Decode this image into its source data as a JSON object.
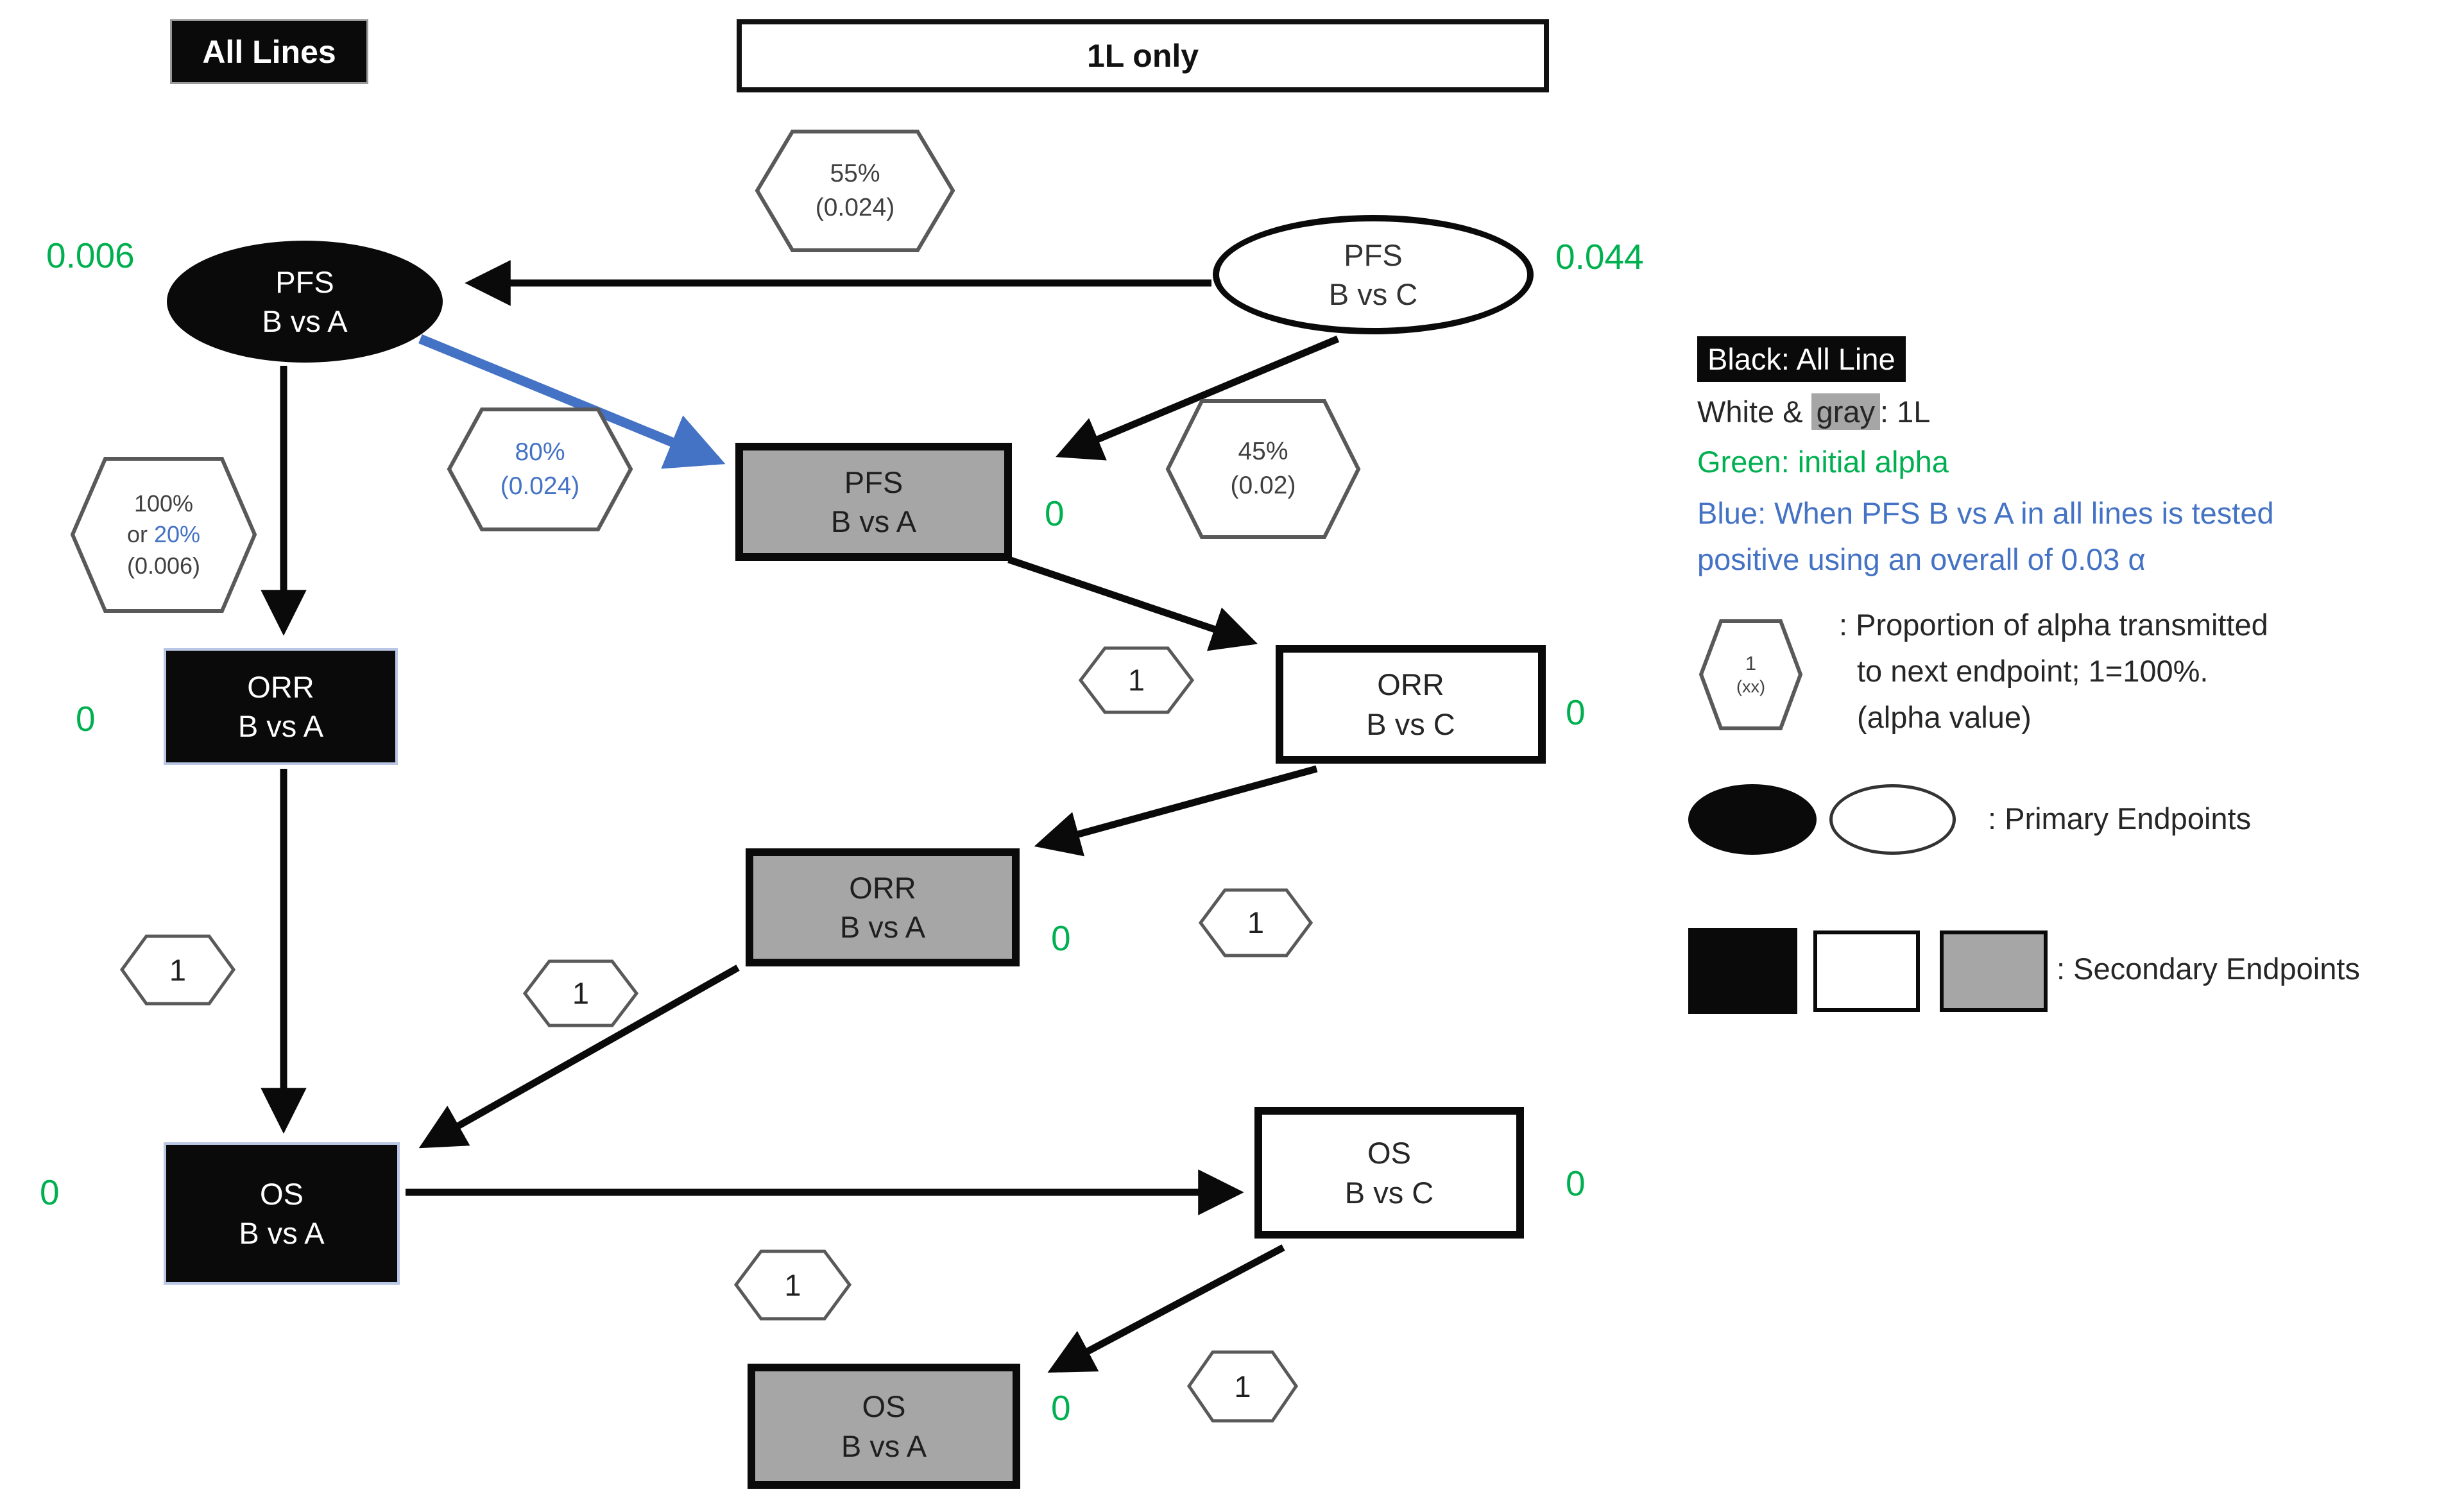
{
  "headers": {
    "all_lines": "All Lines",
    "one_l_only": "1L only"
  },
  "colors": {
    "initial_alpha_green": "#00B050",
    "conditional_blue": "#4472C4",
    "secondary_gray": "#A6A6A6",
    "primary_black": "#0A0A0A"
  },
  "nodes": {
    "pfs_ba_all": {
      "endpoint": "PFS",
      "comparison": "B vs A",
      "alpha": "0.006"
    },
    "pfs_bc": {
      "endpoint": "PFS",
      "comparison": "B vs C",
      "alpha": "0.044"
    },
    "pfs_ba_1l": {
      "endpoint": "PFS",
      "comparison": "B vs A",
      "alpha": "0"
    },
    "orr_ba_all": {
      "endpoint": "ORR",
      "comparison": "B vs A",
      "alpha": "0"
    },
    "orr_bc": {
      "endpoint": "ORR",
      "comparison": "B vs C",
      "alpha": "0"
    },
    "orr_ba_1l": {
      "endpoint": "ORR",
      "comparison": "B vs A",
      "alpha": "0"
    },
    "os_ba_all": {
      "endpoint": "OS",
      "comparison": "B vs A",
      "alpha": "0"
    },
    "os_bc": {
      "endpoint": "OS",
      "comparison": "B vs C",
      "alpha": "0"
    },
    "os_ba_1l": {
      "endpoint": "OS",
      "comparison": "B vs A",
      "alpha": "0"
    }
  },
  "hexagons": {
    "h55": {
      "percent": "55%",
      "alpha": "(0.024)"
    },
    "h80": {
      "percent": "80%",
      "alpha": "(0.024)"
    },
    "h45": {
      "percent": "45%",
      "alpha": "(0.02)"
    },
    "h100": {
      "percent": "100%",
      "or_prefix": "or ",
      "percent_alt": "20%",
      "alpha": "(0.006)"
    },
    "unit": "1"
  },
  "legend": {
    "black_label": "Black:  All Line",
    "white_gray_prefix": "White & ",
    "white_gray_word": "gray",
    "white_gray_suffix": ": 1L",
    "green_label": "Green: initial alpha",
    "blue_line1": "Blue: When PFS B vs A in all lines is tested",
    "blue_line2": "positive using an overall of 0.03 α",
    "hex_symbol_top": "1",
    "hex_symbol_bottom": "(xx)",
    "hex_desc_line1": ": Proportion of alpha transmitted",
    "hex_desc_line2": "to next endpoint; 1=100%.",
    "hex_desc_line3": "(alpha value)",
    "primary_label": ": Primary Endpoints",
    "secondary_label": ": Secondary Endpoints"
  }
}
